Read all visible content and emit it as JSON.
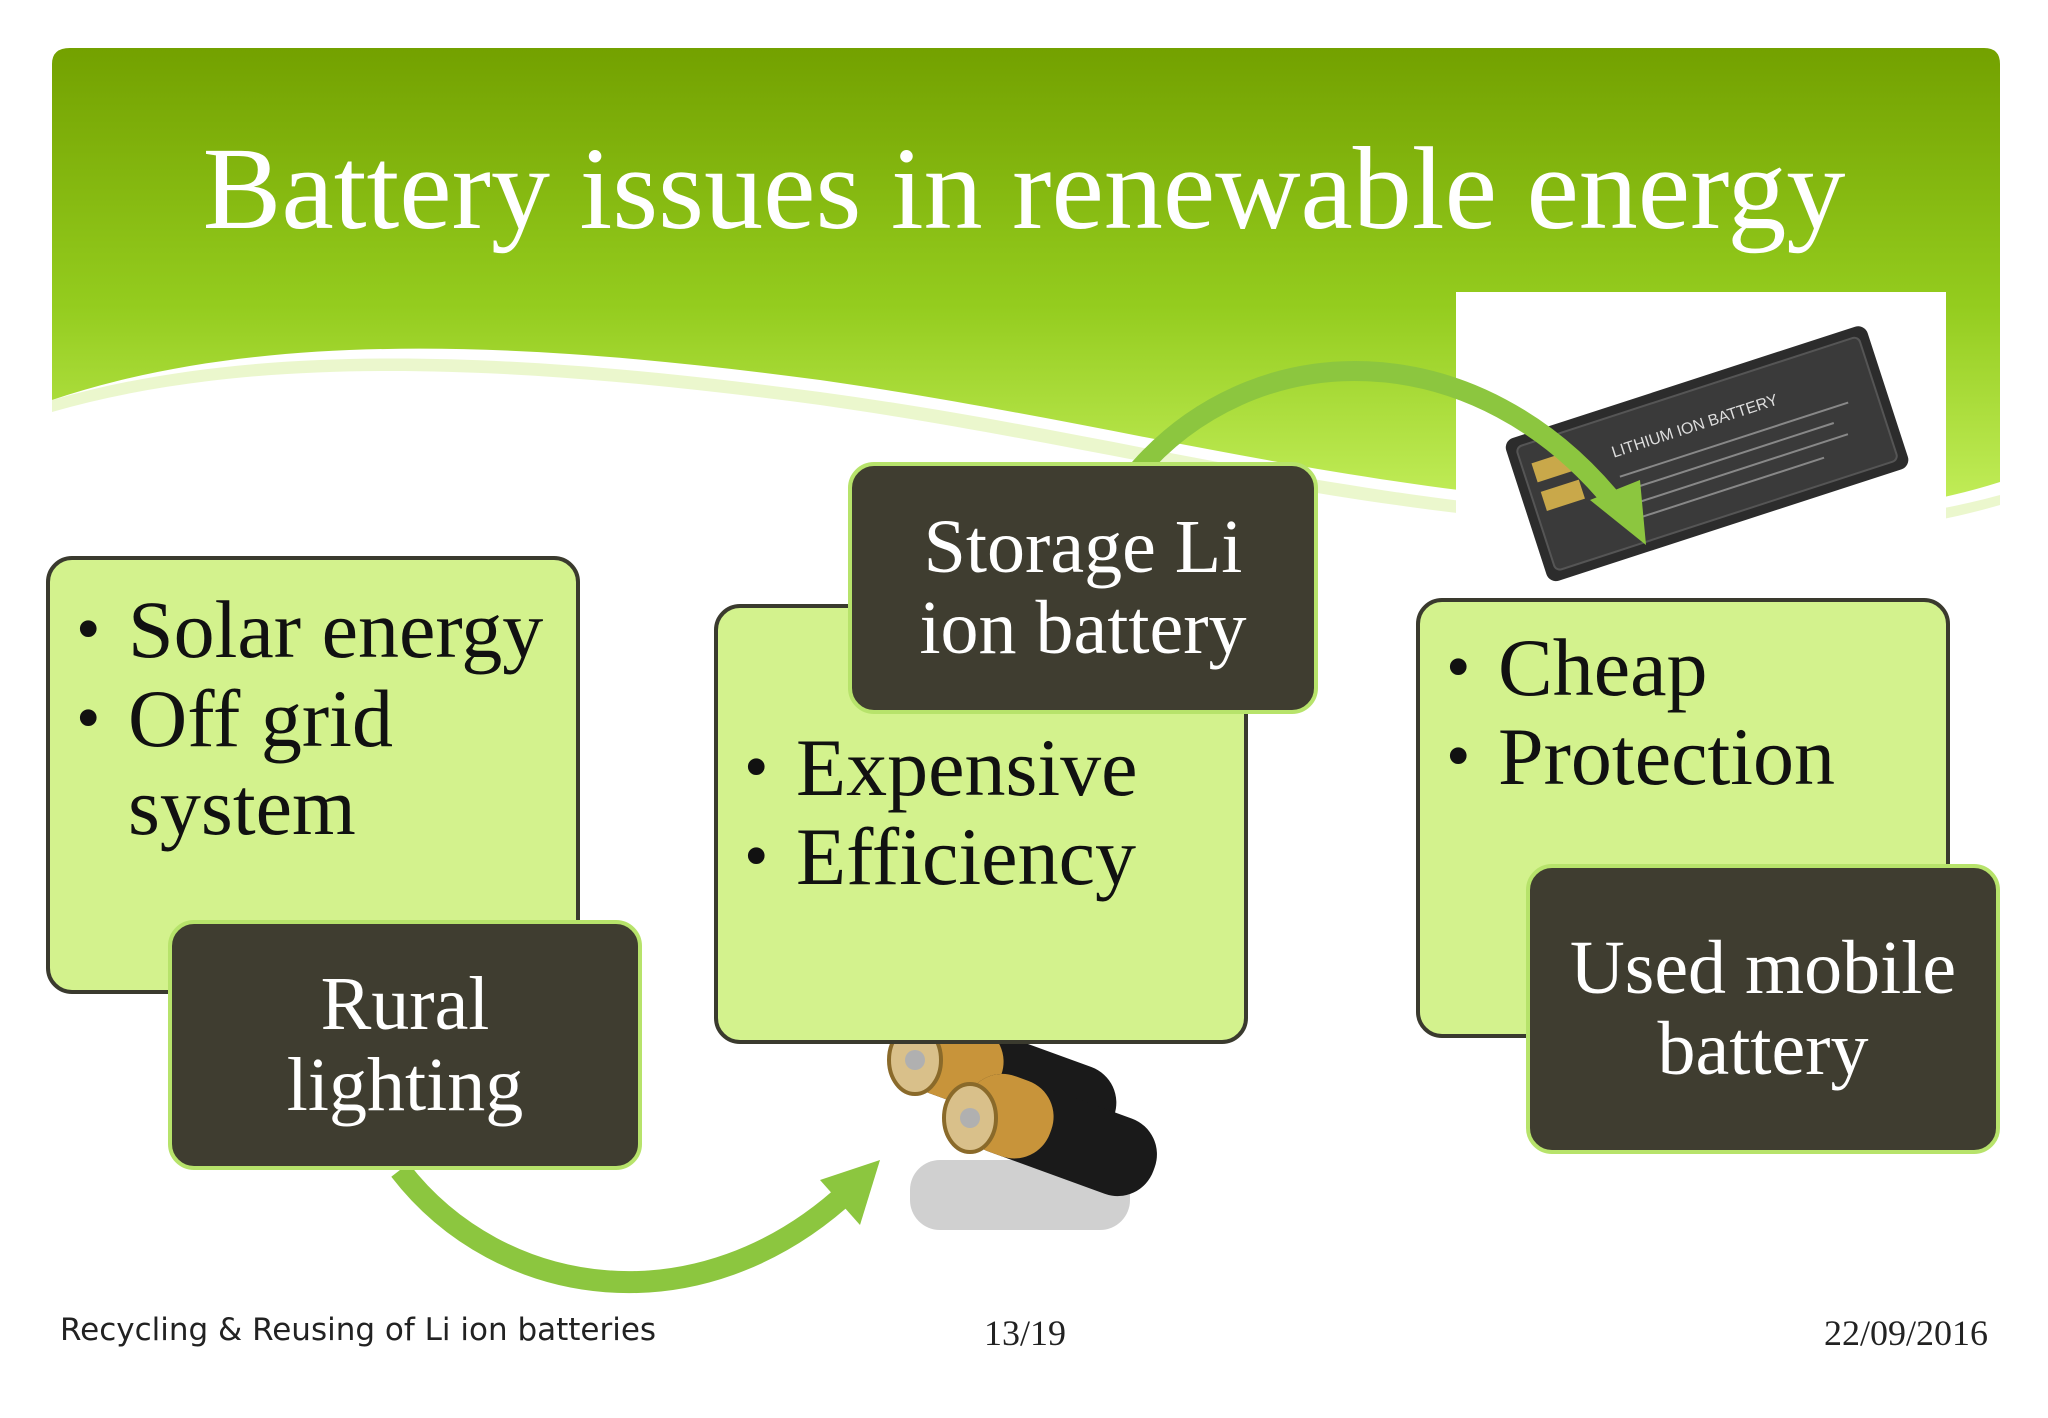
{
  "slide": {
    "title": "Battery issues in renewable energy",
    "groups": [
      {
        "bullets": [
          "Solar energy",
          "Off grid system"
        ],
        "label": "Rural lighting"
      },
      {
        "bullets": [
          "Expensive",
          "Efficiency"
        ],
        "label": "Storage Li ion battery"
      },
      {
        "bullets": [
          "Cheap",
          "Protection"
        ],
        "label": "Used mobile battery"
      }
    ]
  },
  "images": {
    "phone_battery": "lithium-ion-phone-battery-image",
    "batteries": "cylindrical-batteries-image",
    "phone_battery_label": "LITHIUM ION BATTERY"
  },
  "footer": {
    "left": "Recycling & Reusing of Li ion batteries",
    "center": "13/19",
    "right": "22/09/2016"
  },
  "colors": {
    "header_green": "#8cc21a",
    "box_fill": "#d3f28d",
    "dark_box": "#3f3d30",
    "arrow": "#8cc63f"
  }
}
